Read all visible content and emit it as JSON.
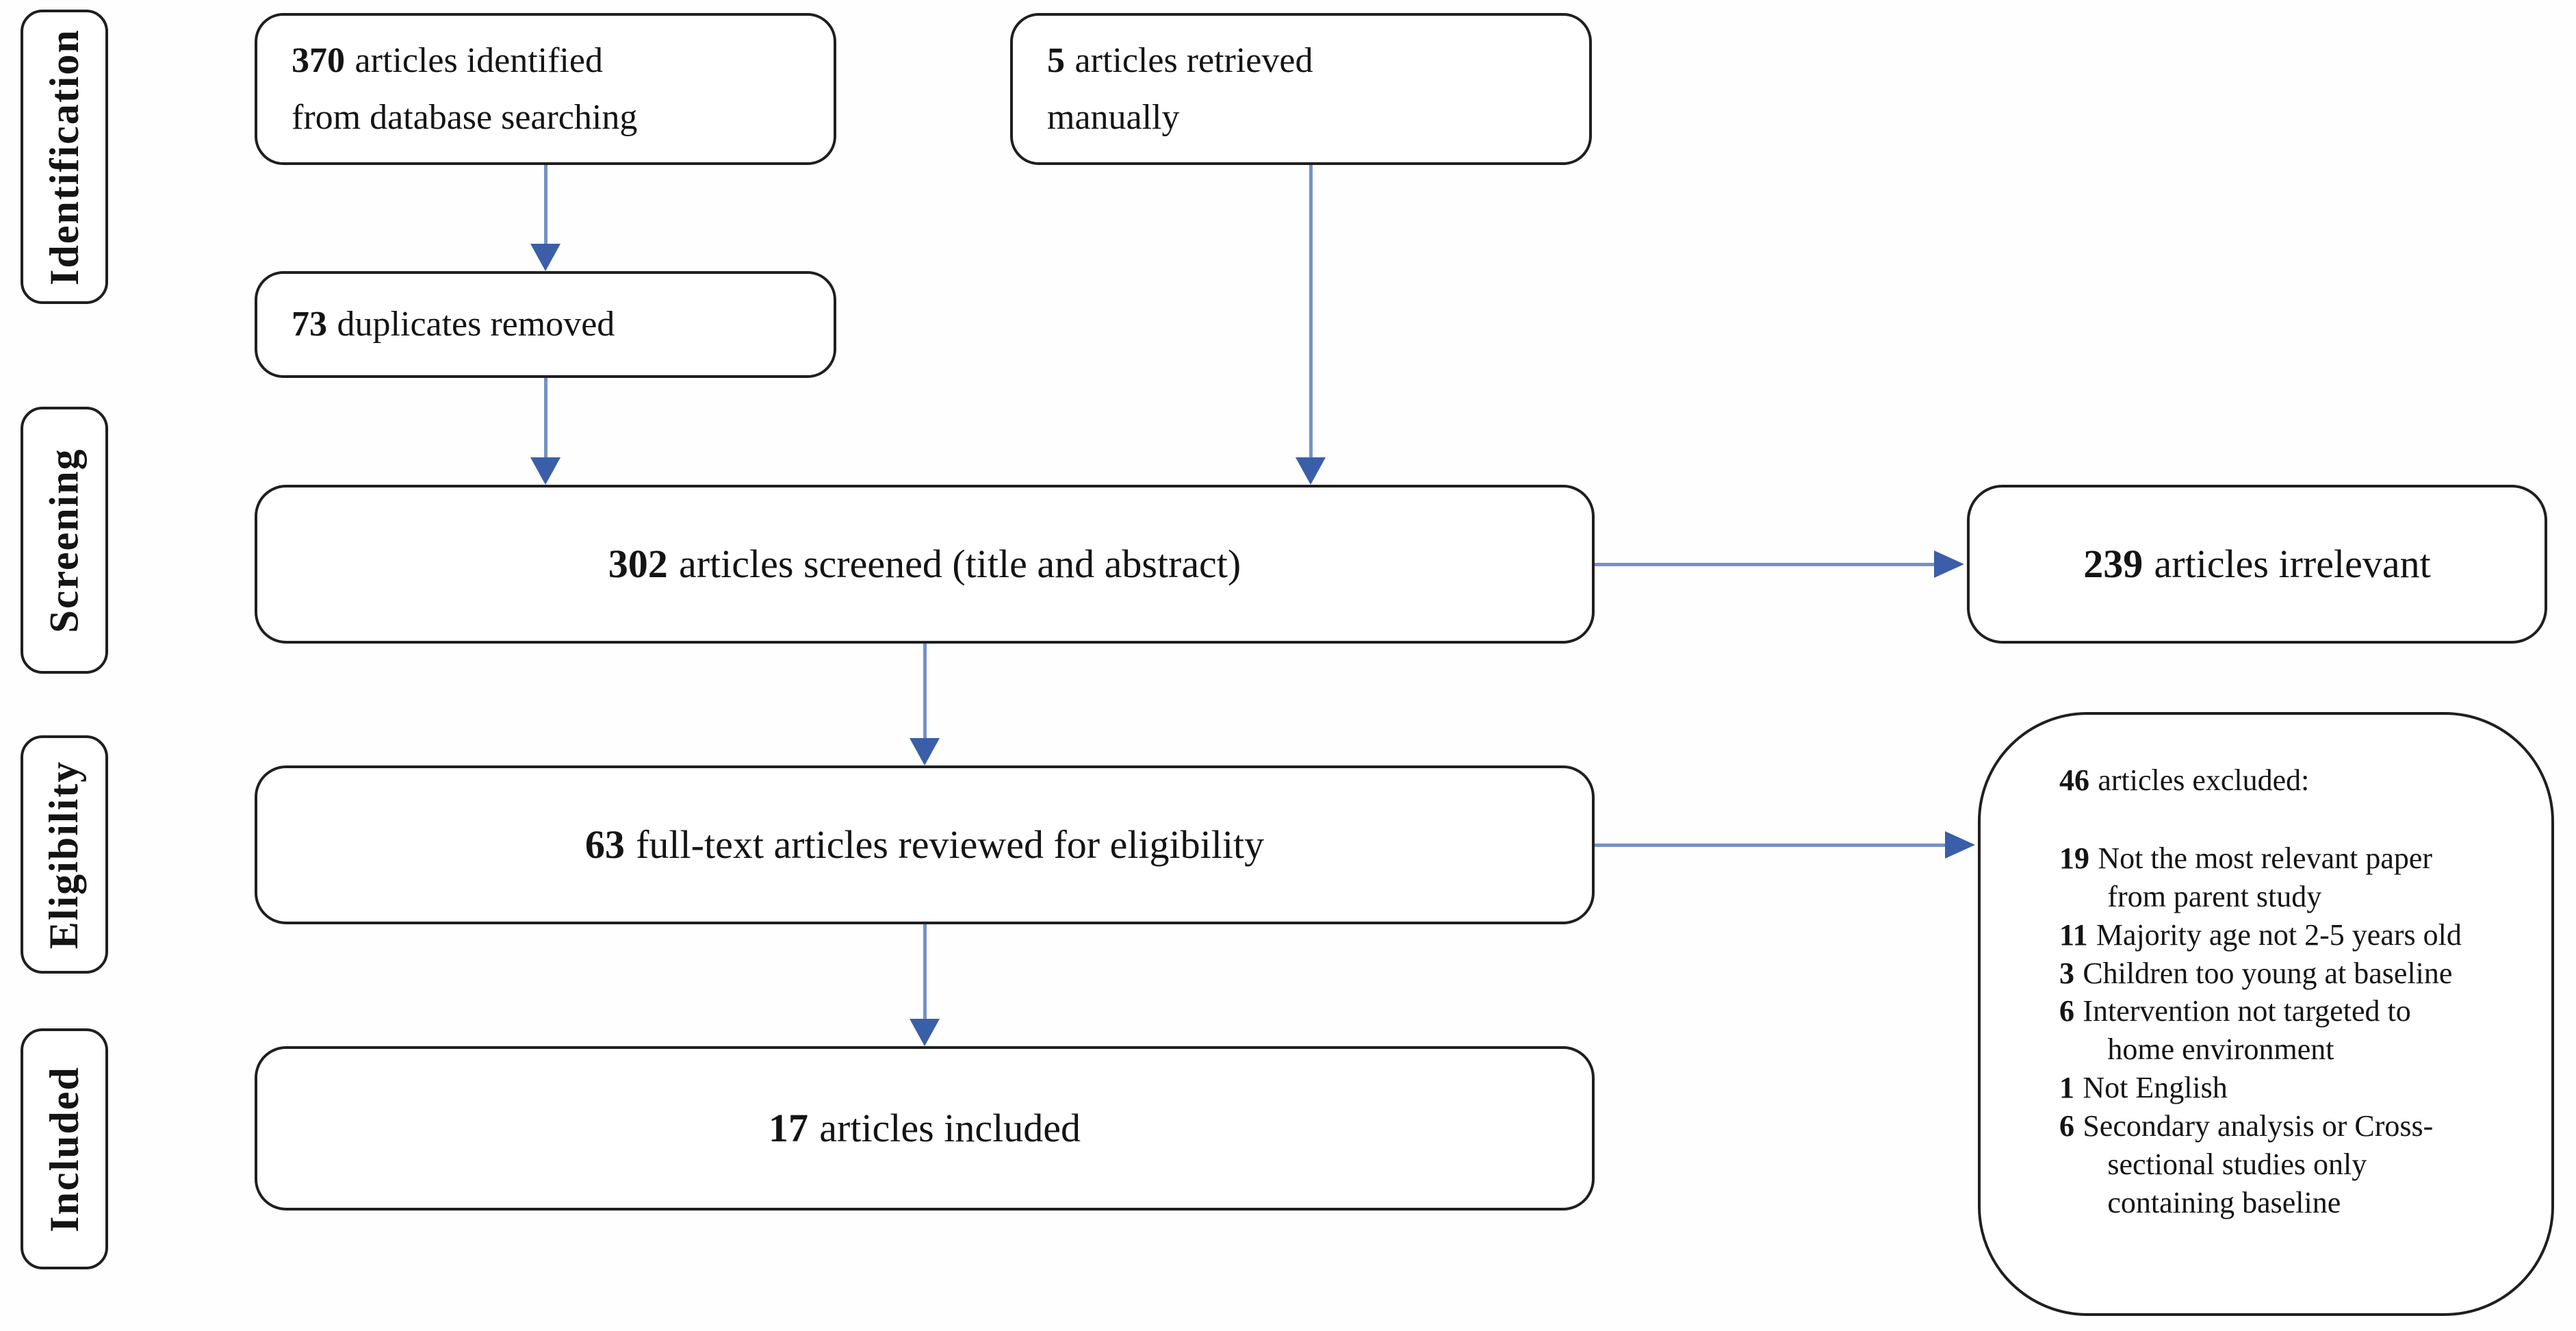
{
  "stage_labels": {
    "identification": "Identification",
    "screening": "Screening",
    "eligibility": "Eligibility",
    "included": "Included"
  },
  "boxes": {
    "identified": {
      "count": "370",
      "text": "articles identified\nfrom database searching"
    },
    "manual": {
      "count": "5",
      "text": "articles retrieved\nmanually"
    },
    "duplicates": {
      "count": "73",
      "text": "duplicates removed"
    },
    "screened": {
      "count": "302",
      "text": "articles screened (title and abstract)"
    },
    "irrelevant": {
      "count": "239",
      "text": "articles irrelevant"
    },
    "fulltext": {
      "count": "63",
      "text": "full-text articles reviewed for eligibility"
    },
    "included": {
      "count": "17",
      "text": "articles included"
    },
    "excluded": {
      "count": "46",
      "text": "articles excluded:",
      "items": [
        {
          "count": "19",
          "text": "Not the most relevant paper\nfrom parent study"
        },
        {
          "count": "11",
          "text": "Majority age not 2-5 years old"
        },
        {
          "count": "3",
          "text": "Children too young at baseline"
        },
        {
          "count": "6",
          "text": "Intervention not targeted to\nhome environment"
        },
        {
          "count": "1",
          "text": "Not English"
        },
        {
          "count": "6",
          "text": "Secondary analysis or Cross-\nsectional studies only\ncontaining baseline"
        }
      ]
    }
  },
  "colors": {
    "background": "#ffffff",
    "box_border": "#1f1f1f",
    "text": "#141414",
    "arrow_line": "#7591c7",
    "arrow_head": "#3a5fa8"
  }
}
